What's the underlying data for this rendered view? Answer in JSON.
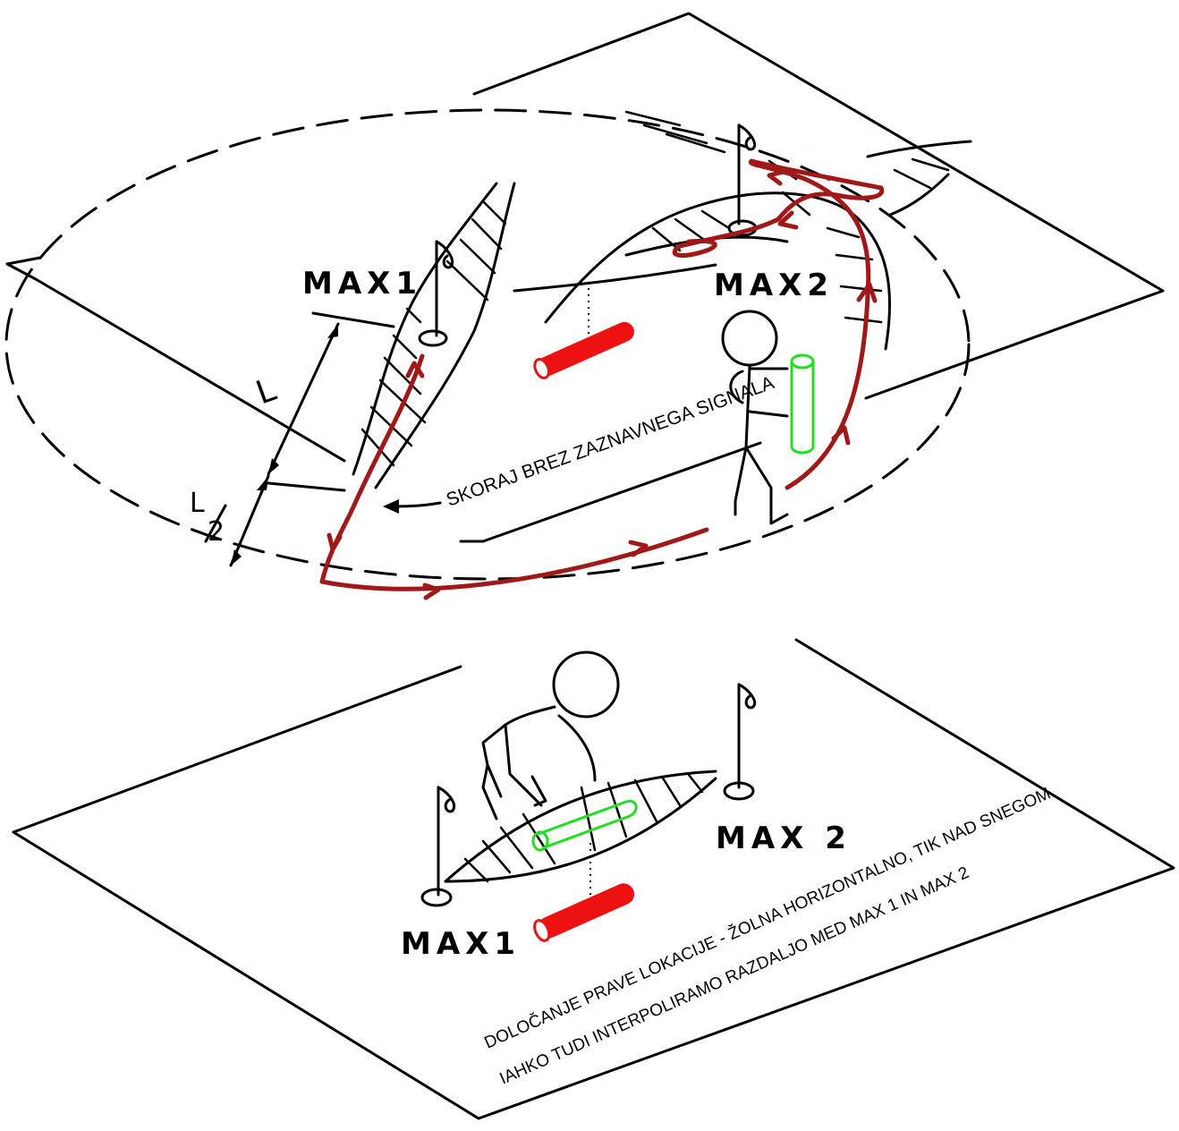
{
  "labels": {
    "top_max1": "MAX1",
    "top_max2": "MAX2",
    "bottom_max1": "MAX1",
    "bottom_max2": "MAX 2",
    "dim_L": "L",
    "dim_half_num": "L",
    "dim_half_den": "2",
    "no_signal": "SKORAJ BREZ ZAZNAVNEGA SIGNALA",
    "note_line1": "DOLOČANJE  PRAVE LOKACIJE - ŽOLNA HORIZONTALNO, TIK NAD SNEGOM.",
    "note_line2": "IAHKO TUDI INTERPOLIRAMO RAZDALJO MED MAX 1 IN MAX 2"
  },
  "colors": {
    "ink": "#000000",
    "search_path": "#a01818",
    "victim_beacon": "#ee1111",
    "rescuer_beacon": "#22dd22"
  },
  "icons": [
    "flag-icon",
    "stick-figure-icon",
    "beacon-cylinder-icon"
  ]
}
